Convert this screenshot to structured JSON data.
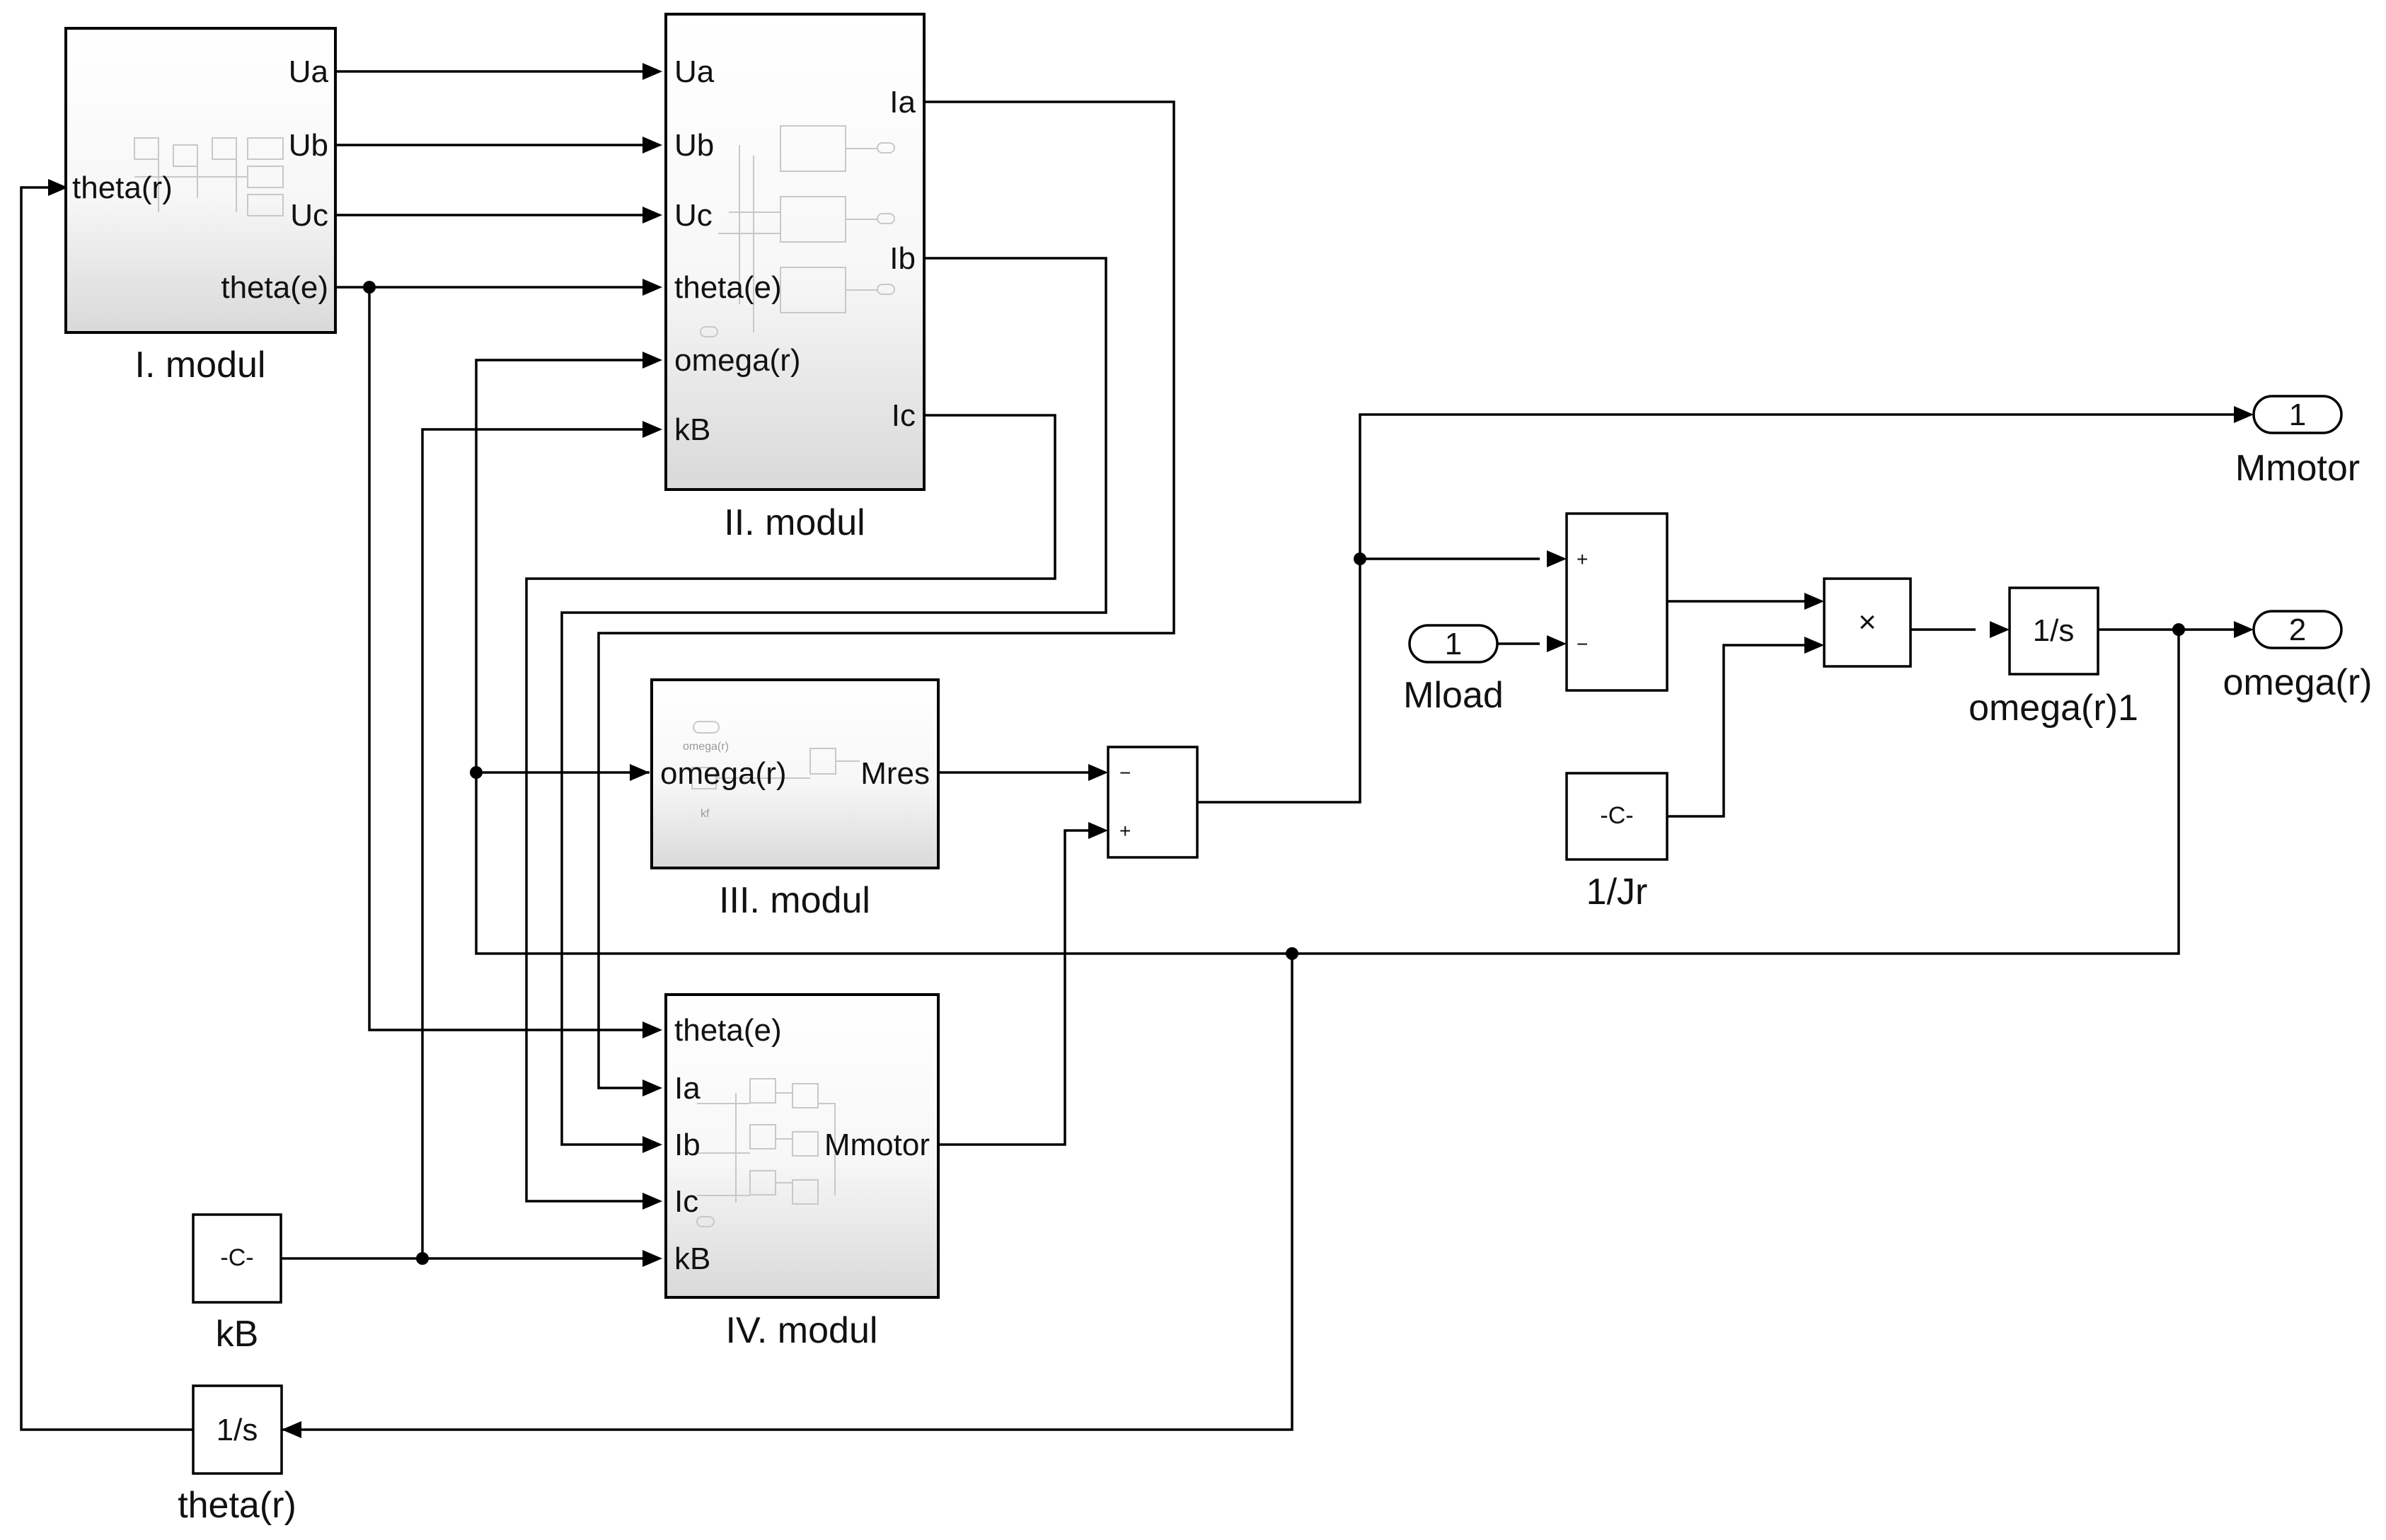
{
  "blocks": {
    "modul1": {
      "name": "I. modul",
      "inputs": [
        "theta(r)"
      ],
      "outputs": [
        "Ua",
        "Ub",
        "Uc",
        "theta(e)"
      ]
    },
    "modul2": {
      "name": "II. modul",
      "inputs": [
        "Ua",
        "Ub",
        "Uc",
        "theta(e)",
        "omega(r)",
        "kB"
      ],
      "outputs": [
        "Ia",
        "Ib",
        "Ic"
      ]
    },
    "modul3": {
      "name": "III. modul",
      "inputs": [
        "omega(r)"
      ],
      "outputs": [
        "Mres"
      ],
      "thumb_labels": [
        "omega(r)",
        "kf"
      ]
    },
    "modul4": {
      "name": "IV. modul",
      "inputs": [
        "theta(e)",
        "Ia",
        "Ib",
        "Ic",
        "kB"
      ],
      "outputs": [
        "Mmotor"
      ]
    },
    "sum1": {
      "signs": [
        "−",
        "+"
      ]
    },
    "sum2": {
      "signs": [
        "+",
        "−"
      ]
    },
    "product": {
      "symbol": "×"
    },
    "integrator_omega": {
      "text": "1/s",
      "name": "omega(r)1"
    },
    "integrator_theta": {
      "text": "1/s",
      "name": "theta(r)"
    },
    "const_kB": {
      "text": "-C-",
      "name": "kB"
    },
    "const_Jr": {
      "text": "-C-",
      "name": "1/Jr"
    },
    "inport_Mload": {
      "number": "1",
      "name": "Mload"
    },
    "outport_Mmotor": {
      "number": "1",
      "name": "Mmotor"
    },
    "outport_omega": {
      "number": "2",
      "name": "omega(r)"
    }
  }
}
